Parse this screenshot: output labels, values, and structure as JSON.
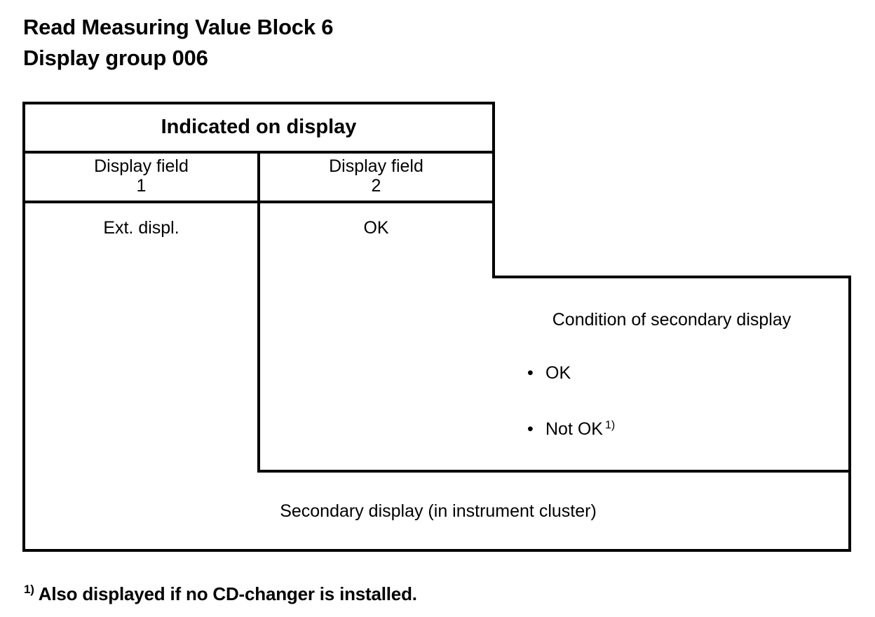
{
  "document": {
    "title": "Read Measuring Value Block 6",
    "subtitle": "Display group 006"
  },
  "table": {
    "header": "Indicated on display",
    "columns": [
      {
        "label_line1": "Display field",
        "label_line2": "1",
        "value": "Ext. displ."
      },
      {
        "label_line1": "Display field",
        "label_line2": "2",
        "value": "OK"
      }
    ],
    "condition_box": {
      "title": "Condition of secondary display",
      "bullet_glyph": "•",
      "items": [
        {
          "text": "OK",
          "footnote_marker": ""
        },
        {
          "text": "Not OK",
          "footnote_marker": "1)"
        }
      ]
    },
    "bottom_row": {
      "label": "Secondary display (in instrument cluster)"
    }
  },
  "footnote": {
    "marker": "1)",
    "text": "Also displayed if no CD-changer is installed."
  }
}
